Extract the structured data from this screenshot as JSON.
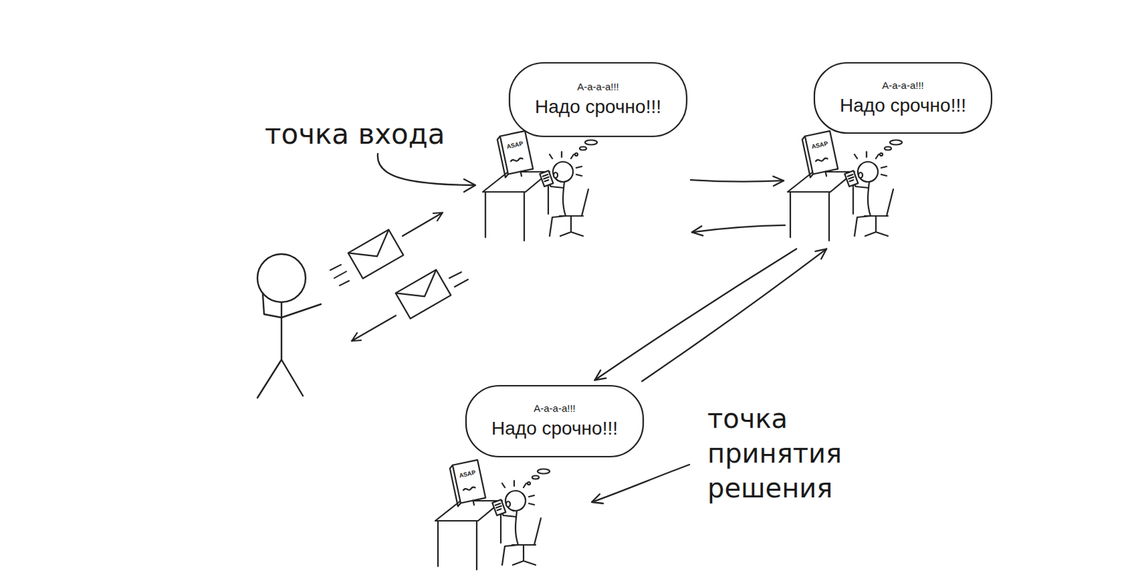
{
  "diagram": {
    "nodes": [
      {
        "text": [
          "А-а-а-а!!!",
          "Надо срочно!!!"
        ]
      },
      {
        "text": [
          "А-а-а-а!!!",
          "Надо срочно!!!"
        ]
      },
      {
        "text": [
          "А-а-а-а!!!",
          "Надо срочно!!!"
        ]
      }
    ],
    "edges": [
      {
        "from": 0,
        "to": 1,
        "arrow": "to"
      },
      {
        "from": 1,
        "to": 0,
        "arrow": "to"
      },
      {
        "from": 1,
        "to": 2,
        "arrow": "to"
      },
      {
        "from": 2,
        "to": 1,
        "arrow": "to"
      }
    ],
    "labels": [
      "точка входа",
      "ASAP",
      "ASAP",
      "ASAP",
      "точка принятия решения"
    ]
  }
}
